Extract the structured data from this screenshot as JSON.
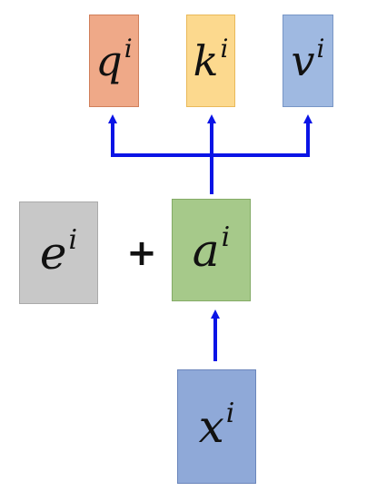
{
  "diagram": {
    "nodes": {
      "q": {
        "base": "q",
        "sup": "i",
        "fill": "#efa988"
      },
      "k": {
        "base": "k",
        "sup": "i",
        "fill": "#fcd98e"
      },
      "v": {
        "base": "v",
        "sup": "i",
        "fill": "#9fb9e1"
      },
      "e": {
        "base": "e",
        "sup": "i",
        "fill": "#c8c8c8"
      },
      "a": {
        "base": "a",
        "sup": "i",
        "fill": "#a6c98a"
      },
      "x": {
        "base": "x",
        "sup": "i",
        "fill": "#8fa9d8"
      }
    },
    "operator": "+",
    "arrow_color": "#0a14e6"
  }
}
